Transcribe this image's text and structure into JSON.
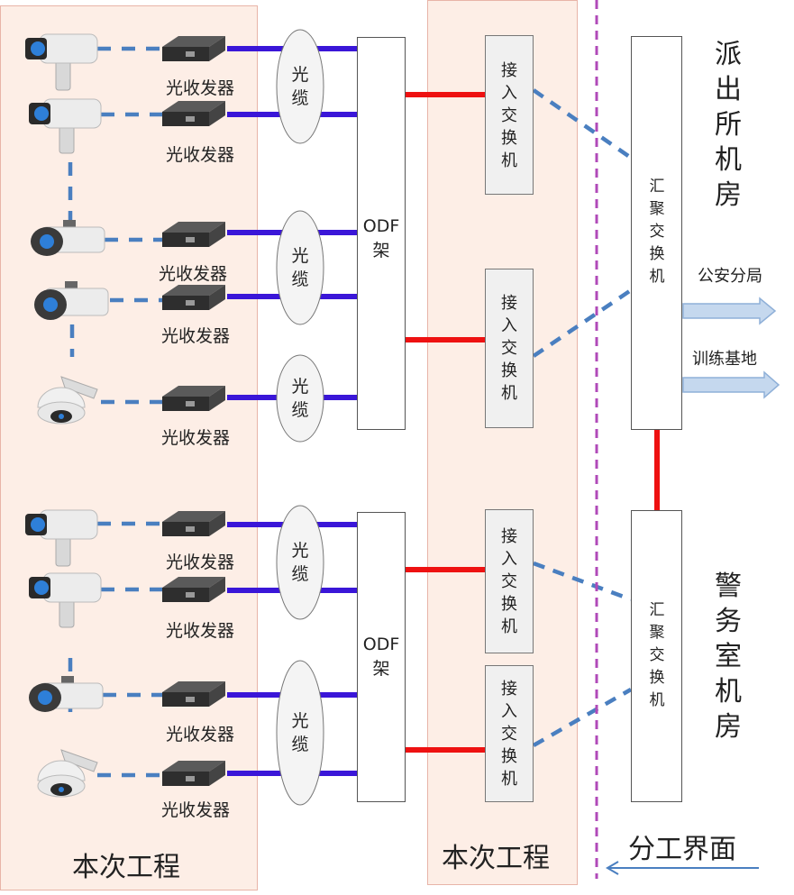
{
  "scope_left": "本次工程",
  "scope_middle": "本次工程",
  "boundary_label": "分工界面",
  "transceiver": "光收发器",
  "cable": "光缆",
  "odf": "ODF架",
  "access_switch": "接入交换机",
  "agg_switch": "汇聚交换机",
  "room_top": "派出所机房",
  "room_bottom": "警务室机房",
  "dest_1": "公安分局",
  "dest_2": "训练基地",
  "colors": {
    "fiber": "#3a16d8",
    "copper": "#ee1111",
    "dashed": "#4a7fc0",
    "boundary": "#b04ab8",
    "arrow_fill": "#c5d8ee",
    "arrow_stroke": "#8fb0d8"
  },
  "icons": [
    "bullet-camera-icon",
    "dome-camera-icon",
    "media-converter-icon",
    "arrow-right-icon",
    "arrow-left-icon"
  ]
}
